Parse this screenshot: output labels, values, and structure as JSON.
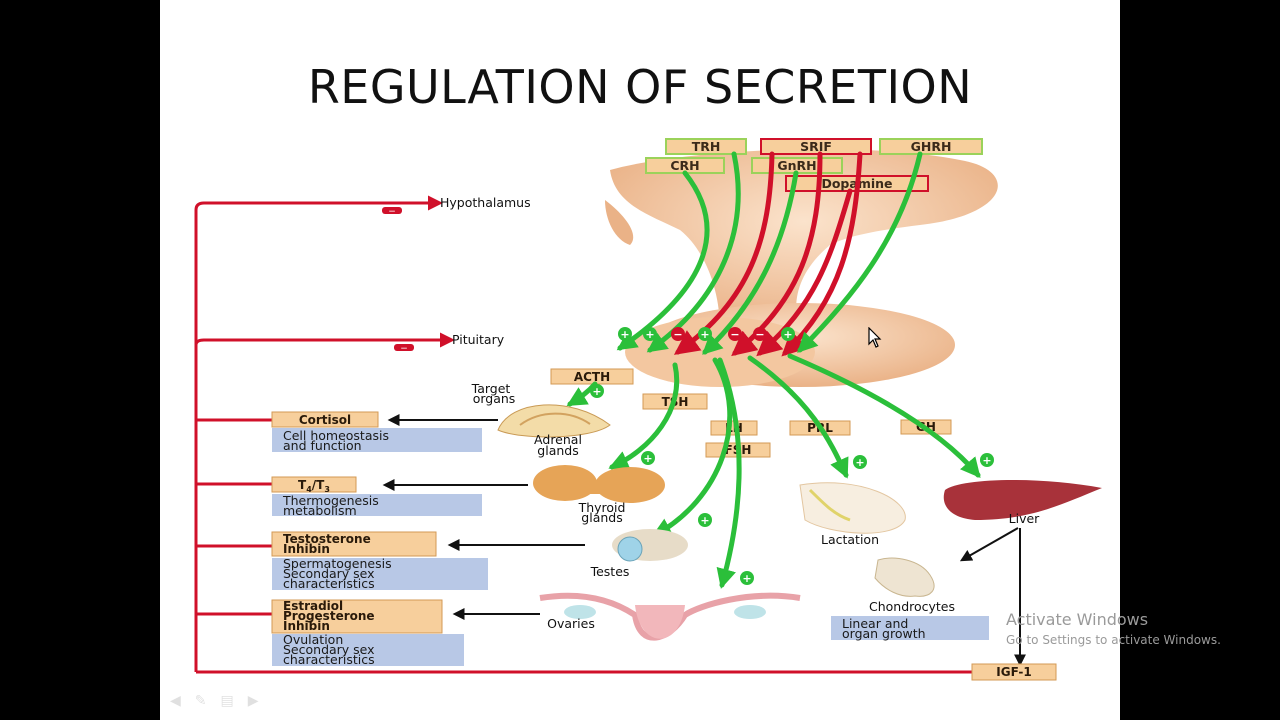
{
  "slide": {
    "title": "REGULATION OF SECRETION"
  },
  "hypothalamic_hormones": {
    "trh": "TRH",
    "srif": "SRIF",
    "ghrh": "GHRH",
    "crh": "CRH",
    "gnrh": "GnRH",
    "dopamine": "Dopamine"
  },
  "levels": {
    "hypothalamus": "Hypothalamus",
    "pituitary": "Pituitary"
  },
  "pituitary_hormones": {
    "acth": "ACTH",
    "tsh": "TSH",
    "lh": "LH",
    "fsh": "FSH",
    "prl": "PRL",
    "gh": "GH"
  },
  "targets": {
    "target_organs_1": "Target",
    "target_organs_2": "organs",
    "adrenal_1": "Adrenal",
    "adrenal_2": "glands",
    "thyroid_1": "Thyroid",
    "thyroid_2": "glands",
    "testes": "Testes",
    "ovaries": "Ovaries",
    "lactation": "Lactation",
    "liver": "Liver",
    "chondrocytes": "Chondrocytes"
  },
  "products": {
    "cortisol": "Cortisol",
    "t4t3_main": "T",
    "t4t3_sub1": "4",
    "t4t3_mid": "/T",
    "t4t3_sub2": "3",
    "testosterone": "Testosterone",
    "inhibin": "Inhibin",
    "estradiol": "Estradiol",
    "progesterone": "Progesterone",
    "inhibin2": "Inhibin",
    "igf1": "IGF-1"
  },
  "effects": {
    "cortisol_1": "Cell homeostasis",
    "cortisol_2": "and function",
    "thyroid_1": "Thermogenesis",
    "thyroid_2": "metabolism",
    "testes_1": "Spermatogenesis",
    "testes_2": "Secondary sex",
    "testes_3": "characteristics",
    "ovaries_1": "Ovulation",
    "ovaries_2": "Secondary sex",
    "ovaries_3": "characteristics",
    "liver_1": "Linear and",
    "liver_2": "organ growth"
  },
  "signs": {
    "minus": "−",
    "plus": "+"
  },
  "watermark": {
    "line1": "Activate Windows",
    "line2": "Go to Settings to activate Windows."
  },
  "colors": {
    "feedback_red": "#d0102a",
    "stimulate_green": "#2bbf3a",
    "hormone_box": "#f7cf9c",
    "effect_box": "#b8c8e6",
    "tissue": "#f1c9a4"
  },
  "icons": {
    "cursor": "mouse-pointer-icon",
    "minus": "minus-circle-icon",
    "plus": "plus-circle-icon"
  }
}
